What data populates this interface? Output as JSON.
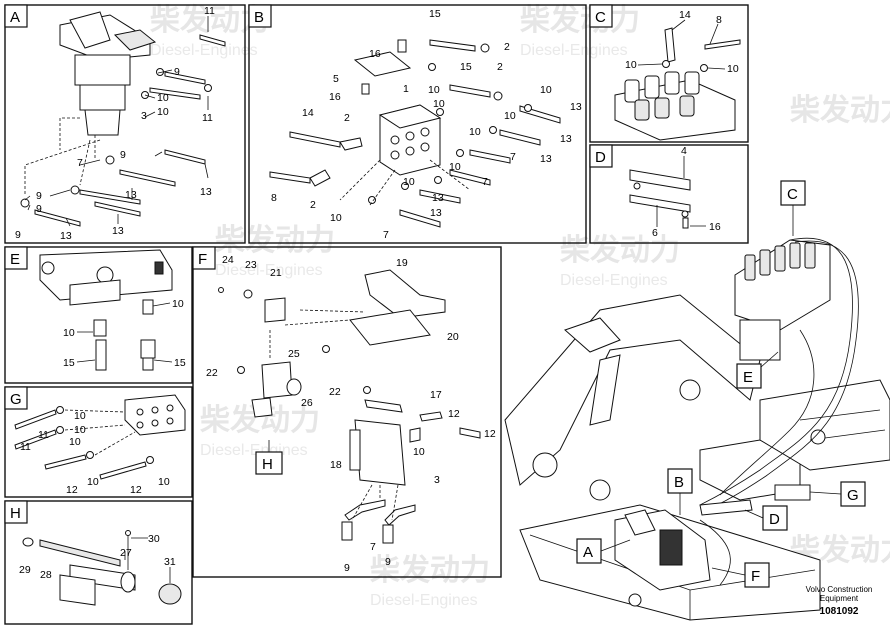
{
  "panels": {
    "A": {
      "label": "A",
      "callouts": [
        "11",
        "9",
        "10",
        "3",
        "10",
        "11",
        "7",
        "9",
        "9",
        "13",
        "9",
        "13",
        "9",
        "13",
        "13"
      ]
    },
    "B": {
      "label": "B",
      "callouts": [
        "15",
        "16",
        "2",
        "5",
        "15",
        "2",
        "16",
        "1",
        "10",
        "10",
        "13",
        "14",
        "2",
        "10",
        "10",
        "13",
        "10",
        "13",
        "7",
        "10",
        "7",
        "8",
        "2",
        "10",
        "13",
        "10",
        "13",
        "7"
      ]
    },
    "C": {
      "label": "C",
      "callouts": [
        "14",
        "8",
        "10",
        "10"
      ]
    },
    "D": {
      "label": "D",
      "callouts": [
        "4",
        "6",
        "16"
      ]
    },
    "E": {
      "label": "E",
      "callouts": [
        "10",
        "10",
        "15",
        "15"
      ]
    },
    "F": {
      "label": "F",
      "callouts": [
        "24",
        "23",
        "21",
        "19",
        "20",
        "25",
        "22",
        "26",
        "22",
        "17",
        "12",
        "12",
        "18",
        "10",
        "3",
        "7",
        "9",
        "9"
      ]
    },
    "G": {
      "label": "G",
      "callouts": [
        "10",
        "10",
        "11",
        "11",
        "10",
        "12",
        "10",
        "12",
        "10"
      ]
    },
    "H": {
      "label": "H",
      "callouts": [
        "30",
        "27",
        "29",
        "28",
        "31"
      ]
    }
  },
  "overview": {
    "labels": [
      "C",
      "E",
      "B",
      "G",
      "D",
      "A",
      "F"
    ],
    "subpanel_label": "H"
  },
  "watermark": {
    "cn": "柴发动力",
    "en": "Diesel-Engines"
  },
  "footer": {
    "line1": "Volvo Construction",
    "line2": "Equipment",
    "code": "1081092"
  }
}
